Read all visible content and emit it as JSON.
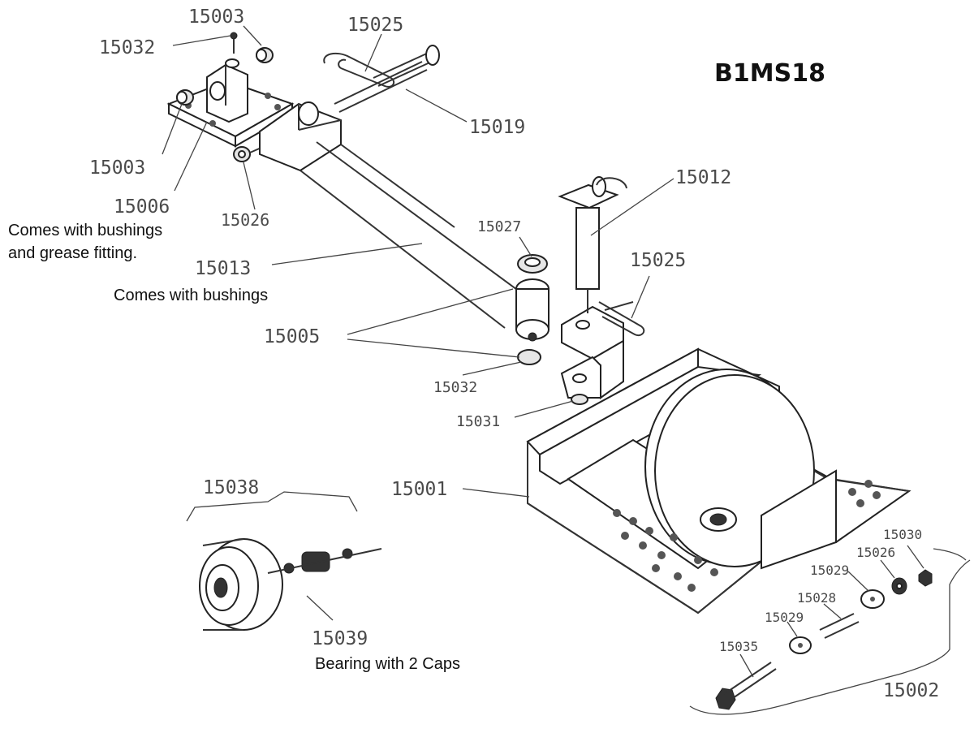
{
  "diagram": {
    "model_code": "B1MS18",
    "background": "#ffffff",
    "line_color": "#333333",
    "callouts": [
      {
        "id": "c01",
        "label": "15003"
      },
      {
        "id": "c02",
        "label": "15032"
      },
      {
        "id": "c03",
        "label": "15025"
      },
      {
        "id": "c04",
        "label": "15019"
      },
      {
        "id": "c05",
        "label": "15003"
      },
      {
        "id": "c06",
        "label": "15006"
      },
      {
        "id": "c07",
        "label": "15026"
      },
      {
        "id": "c08",
        "label": "15012"
      },
      {
        "id": "c09",
        "label": "15027"
      },
      {
        "id": "c10",
        "label": "15025"
      },
      {
        "id": "c11",
        "label": "15013"
      },
      {
        "id": "c12",
        "label": "15005"
      },
      {
        "id": "c13",
        "label": "15032"
      },
      {
        "id": "c14",
        "label": "15031"
      },
      {
        "id": "c15",
        "label": "15001"
      },
      {
        "id": "c16",
        "label": "15038"
      },
      {
        "id": "c17",
        "label": "15039"
      },
      {
        "id": "c18",
        "label": "15030"
      },
      {
        "id": "c19",
        "label": "15026"
      },
      {
        "id": "c20",
        "label": "15029"
      },
      {
        "id": "c21",
        "label": "15028"
      },
      {
        "id": "c22",
        "label": "15029"
      },
      {
        "id": "c23",
        "label": "15035"
      },
      {
        "id": "c24",
        "label": "15002"
      }
    ],
    "notes": {
      "bracket_note_line1": "Comes with bushings",
      "bracket_note_line2": "and grease fitting.",
      "tube_note": "Comes with bushings",
      "bearing_note": "Bearing with 2 Caps"
    }
  }
}
